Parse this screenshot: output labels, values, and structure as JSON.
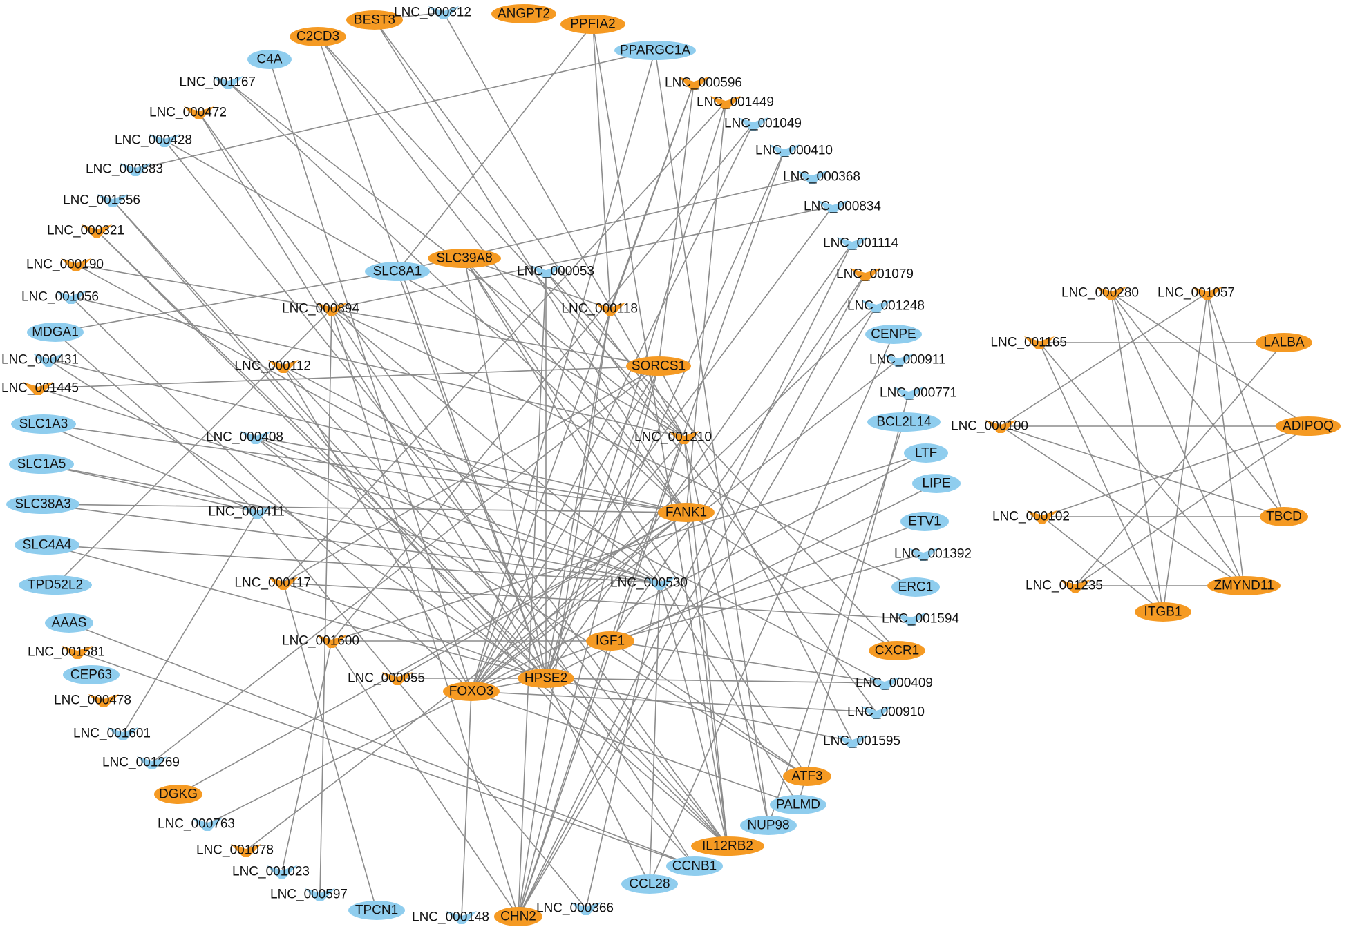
{
  "colors": {
    "up": "#f59a23",
    "down": "#8fcdee",
    "edge": "#8c8c8c"
  },
  "nodes": [
    {
      "id": "C2CD3",
      "kind": "gene",
      "reg": "up"
    },
    {
      "id": "BEST3",
      "kind": "gene",
      "reg": "up"
    },
    {
      "id": "LNC_000812",
      "kind": "lnc",
      "reg": "down"
    },
    {
      "id": "ANGPT2",
      "kind": "gene",
      "reg": "up"
    },
    {
      "id": "PPFIA2",
      "kind": "gene",
      "reg": "up"
    },
    {
      "id": "C4A",
      "kind": "gene",
      "reg": "down"
    },
    {
      "id": "PPARGC1A",
      "kind": "gene",
      "reg": "down"
    },
    {
      "id": "LNC_001167",
      "kind": "lnc",
      "reg": "down"
    },
    {
      "id": "LNC_000596",
      "kind": "lnc",
      "reg": "up"
    },
    {
      "id": "LNC_000472",
      "kind": "lnc",
      "reg": "up"
    },
    {
      "id": "LNC_001449",
      "kind": "lnc",
      "reg": "up"
    },
    {
      "id": "LNC_001049",
      "kind": "lnc",
      "reg": "down"
    },
    {
      "id": "LNC_000428",
      "kind": "lnc",
      "reg": "down"
    },
    {
      "id": "LNC_000410",
      "kind": "lnc",
      "reg": "down"
    },
    {
      "id": "LNC_000883",
      "kind": "lnc",
      "reg": "down"
    },
    {
      "id": "LNC_000368",
      "kind": "lnc",
      "reg": "down"
    },
    {
      "id": "LNC_001556",
      "kind": "lnc",
      "reg": "down"
    },
    {
      "id": "LNC_000834",
      "kind": "lnc",
      "reg": "down"
    },
    {
      "id": "LNC_000321",
      "kind": "lnc",
      "reg": "up"
    },
    {
      "id": "LNC_001114",
      "kind": "lnc",
      "reg": "down"
    },
    {
      "id": "LNC_000190",
      "kind": "lnc",
      "reg": "up"
    },
    {
      "id": "SLC39A8",
      "kind": "gene",
      "reg": "up"
    },
    {
      "id": "SLC8A1",
      "kind": "gene",
      "reg": "down"
    },
    {
      "id": "LNC_000053",
      "kind": "lnc",
      "reg": "down"
    },
    {
      "id": "LNC_001079",
      "kind": "lnc",
      "reg": "up"
    },
    {
      "id": "LNC_001056",
      "kind": "lnc",
      "reg": "down"
    },
    {
      "id": "LNC_000894",
      "kind": "lnc",
      "reg": "up"
    },
    {
      "id": "LNC_000118",
      "kind": "lnc",
      "reg": "up"
    },
    {
      "id": "LNC_001248",
      "kind": "lnc",
      "reg": "down"
    },
    {
      "id": "MDGA1",
      "kind": "gene",
      "reg": "down"
    },
    {
      "id": "CENPE",
      "kind": "gene",
      "reg": "down"
    },
    {
      "id": "LNC_000431",
      "kind": "lnc",
      "reg": "down"
    },
    {
      "id": "LNC_000112",
      "kind": "lnc",
      "reg": "up"
    },
    {
      "id": "SORCS1",
      "kind": "gene",
      "reg": "up"
    },
    {
      "id": "LNC_000911",
      "kind": "lnc",
      "reg": "down"
    },
    {
      "id": "LNC_001445",
      "kind": "lnc",
      "reg": "up"
    },
    {
      "id": "LNC_000771",
      "kind": "lnc",
      "reg": "down"
    },
    {
      "id": "SLC1A3",
      "kind": "gene",
      "reg": "down"
    },
    {
      "id": "BCL2L14",
      "kind": "gene",
      "reg": "down"
    },
    {
      "id": "LNC_000408",
      "kind": "lnc",
      "reg": "down"
    },
    {
      "id": "LNC_001210",
      "kind": "lnc",
      "reg": "up"
    },
    {
      "id": "LTF",
      "kind": "gene",
      "reg": "down"
    },
    {
      "id": "SLC1A5",
      "kind": "gene",
      "reg": "down"
    },
    {
      "id": "LIPE",
      "kind": "gene",
      "reg": "down"
    },
    {
      "id": "SLC38A3",
      "kind": "gene",
      "reg": "down"
    },
    {
      "id": "FANK1",
      "kind": "gene",
      "reg": "up"
    },
    {
      "id": "LNC_000411",
      "kind": "lnc",
      "reg": "down"
    },
    {
      "id": "ETV1",
      "kind": "gene",
      "reg": "down"
    },
    {
      "id": "SLC4A4",
      "kind": "gene",
      "reg": "down"
    },
    {
      "id": "LNC_001392",
      "kind": "lnc",
      "reg": "down"
    },
    {
      "id": "LNC_000117",
      "kind": "lnc",
      "reg": "up"
    },
    {
      "id": "LNC_000530",
      "kind": "lnc",
      "reg": "down"
    },
    {
      "id": "TPD52L2",
      "kind": "gene",
      "reg": "down"
    },
    {
      "id": "ERC1",
      "kind": "gene",
      "reg": "down"
    },
    {
      "id": "AAAS",
      "kind": "gene",
      "reg": "down"
    },
    {
      "id": "LNC_001594",
      "kind": "lnc",
      "reg": "down"
    },
    {
      "id": "LNC_001600",
      "kind": "lnc",
      "reg": "up"
    },
    {
      "id": "IGF1",
      "kind": "gene",
      "reg": "up"
    },
    {
      "id": "LNC_001581",
      "kind": "lnc",
      "reg": "up"
    },
    {
      "id": "CXCR1",
      "kind": "gene",
      "reg": "up"
    },
    {
      "id": "CEP63",
      "kind": "gene",
      "reg": "down"
    },
    {
      "id": "LNC_000055",
      "kind": "lnc",
      "reg": "up"
    },
    {
      "id": "HPSE2",
      "kind": "gene",
      "reg": "up"
    },
    {
      "id": "FOXO3",
      "kind": "gene",
      "reg": "up"
    },
    {
      "id": "LNC_000409",
      "kind": "lnc",
      "reg": "down"
    },
    {
      "id": "LNC_000478",
      "kind": "lnc",
      "reg": "up"
    },
    {
      "id": "LNC_000910",
      "kind": "lnc",
      "reg": "down"
    },
    {
      "id": "LNC_001601",
      "kind": "lnc",
      "reg": "down"
    },
    {
      "id": "LNC_001595",
      "kind": "lnc",
      "reg": "down"
    },
    {
      "id": "LNC_001269",
      "kind": "lnc",
      "reg": "down"
    },
    {
      "id": "ATF3",
      "kind": "gene",
      "reg": "up"
    },
    {
      "id": "DGKG",
      "kind": "gene",
      "reg": "up"
    },
    {
      "id": "PALMD",
      "kind": "gene",
      "reg": "down"
    },
    {
      "id": "NUP98",
      "kind": "gene",
      "reg": "down"
    },
    {
      "id": "LNC_000763",
      "kind": "lnc",
      "reg": "down"
    },
    {
      "id": "IL12RB2",
      "kind": "gene",
      "reg": "up"
    },
    {
      "id": "LNC_001078",
      "kind": "lnc",
      "reg": "up"
    },
    {
      "id": "CCNB1",
      "kind": "gene",
      "reg": "down"
    },
    {
      "id": "LNC_001023",
      "kind": "lnc",
      "reg": "down"
    },
    {
      "id": "CCL28",
      "kind": "gene",
      "reg": "down"
    },
    {
      "id": "LNC_000597",
      "kind": "lnc",
      "reg": "down"
    },
    {
      "id": "TPCN1",
      "kind": "gene",
      "reg": "down"
    },
    {
      "id": "LNC_000148",
      "kind": "lnc",
      "reg": "down"
    },
    {
      "id": "CHN2",
      "kind": "gene",
      "reg": "up"
    },
    {
      "id": "LNC_000366",
      "kind": "lnc",
      "reg": "down"
    },
    {
      "id": "LNC_000280",
      "kind": "lnc",
      "reg": "up"
    },
    {
      "id": "LNC_001057",
      "kind": "lnc",
      "reg": "up"
    },
    {
      "id": "LNC_001165",
      "kind": "lnc",
      "reg": "up"
    },
    {
      "id": "LALBA",
      "kind": "gene",
      "reg": "up"
    },
    {
      "id": "LNC_000100",
      "kind": "lnc",
      "reg": "up"
    },
    {
      "id": "ADIPOQ",
      "kind": "gene",
      "reg": "up"
    },
    {
      "id": "LNC_000102",
      "kind": "lnc",
      "reg": "up"
    },
    {
      "id": "TBCD",
      "kind": "gene",
      "reg": "up"
    },
    {
      "id": "LNC_001235",
      "kind": "lnc",
      "reg": "up"
    },
    {
      "id": "ZMYND11",
      "kind": "gene",
      "reg": "up"
    },
    {
      "id": "ITGB1",
      "kind": "gene",
      "reg": "up"
    }
  ],
  "edges": [
    [
      "BEST3",
      "LNC_000812"
    ],
    [
      "LNC_000812",
      "LNC_001210"
    ],
    [
      "BEST3",
      "LNC_001210"
    ],
    [
      "BEST3",
      "FANK1"
    ],
    [
      "C2CD3",
      "FANK1"
    ],
    [
      "C2CD3",
      "LNC_001210"
    ],
    [
      "C2CD3",
      "HPSE2"
    ],
    [
      "C4A",
      "FOXO3"
    ],
    [
      "LNC_001167",
      "FANK1"
    ],
    [
      "LNC_001167",
      "LNC_001210"
    ],
    [
      "PPFIA2",
      "SLC8A1"
    ],
    [
      "PPFIA2",
      "LNC_000118"
    ],
    [
      "PPFIA2",
      "IL12RB2"
    ],
    [
      "PPARGC1A",
      "LNC_000883"
    ],
    [
      "PPARGC1A",
      "FOXO3"
    ],
    [
      "LNC_000596",
      "SORCS1"
    ],
    [
      "LNC_000596",
      "FOXO3"
    ],
    [
      "LNC_000596",
      "LNC_000118"
    ],
    [
      "LNC_001449",
      "FANK1"
    ],
    [
      "LNC_001449",
      "HPSE2"
    ],
    [
      "LNC_001049",
      "FOXO3"
    ],
    [
      "LNC_001049",
      "LNC_001600"
    ],
    [
      "LNC_000410",
      "IGF1"
    ],
    [
      "LNC_000410",
      "HPSE2"
    ],
    [
      "LNC_000368",
      "SLC8A1"
    ],
    [
      "LNC_000834",
      "FOXO3"
    ],
    [
      "LNC_000834",
      "LNC_000894"
    ],
    [
      "LNC_001114",
      "HPSE2"
    ],
    [
      "LNC_001114",
      "CHN2"
    ],
    [
      "LNC_001079",
      "CHN2"
    ],
    [
      "LNC_001079",
      "IGF1"
    ],
    [
      "LNC_001248",
      "FOXO3"
    ],
    [
      "LNC_001248",
      "CHN2"
    ],
    [
      "CENPE",
      "CCL28"
    ],
    [
      "LNC_000911",
      "FOXO3"
    ],
    [
      "LNC_000771",
      "PALMD"
    ],
    [
      "BCL2L14",
      "NUP98"
    ],
    [
      "LNC_000472",
      "HPSE2"
    ],
    [
      "LNC_000472",
      "IL12RB2"
    ],
    [
      "LNC_000428",
      "IL12RB2"
    ],
    [
      "LNC_000428",
      "LNC_001210"
    ],
    [
      "LNC_001556",
      "HPSE2"
    ],
    [
      "LNC_001556",
      "CCNB1"
    ],
    [
      "LNC_000321",
      "HPSE2"
    ],
    [
      "LNC_000321",
      "IL12RB2"
    ],
    [
      "LNC_000190",
      "SORCS1"
    ],
    [
      "LNC_000190",
      "LNC_000530"
    ],
    [
      "LNC_001056",
      "FOXO3"
    ],
    [
      "LNC_001056",
      "LNC_001210"
    ],
    [
      "MDGA1",
      "LNC_000411"
    ],
    [
      "MDGA1",
      "SLC8A1"
    ],
    [
      "LNC_000431",
      "HPSE2"
    ],
    [
      "LNC_001445",
      "SORCS1"
    ],
    [
      "SLC1A3",
      "LNC_000411"
    ],
    [
      "SLC1A3",
      "FANK1"
    ],
    [
      "SLC1A5",
      "LNC_000411"
    ],
    [
      "SLC1A5",
      "LNC_000530"
    ],
    [
      "SLC38A3",
      "LNC_000530"
    ],
    [
      "SLC38A3",
      "FANK1"
    ],
    [
      "SLC4A4",
      "LNC_000530"
    ],
    [
      "SLC4A4",
      "HPSE2"
    ],
    [
      "TPD52L2",
      "LNC_000894"
    ],
    [
      "AAAS",
      "CCNB1"
    ],
    [
      "LNC_001581",
      "CCNB1"
    ],
    [
      "LNC_001601",
      "LNC_000411"
    ],
    [
      "LNC_001269",
      "SORCS1"
    ],
    [
      "DGKG",
      "FANK1"
    ],
    [
      "LNC_000763",
      "FOXO3"
    ],
    [
      "LNC_001078",
      "FANK1"
    ],
    [
      "LNC_001023",
      "LNC_001600"
    ],
    [
      "LNC_000597",
      "LNC_000894"
    ],
    [
      "TPCN1",
      "LNC_000117"
    ],
    [
      "LNC_000148",
      "FOXO3"
    ],
    [
      "CHN2",
      "SORCS1"
    ],
    [
      "CHN2",
      "LNC_001210"
    ],
    [
      "CHN2",
      "LNC_000118"
    ],
    [
      "LNC_000366",
      "LNC_000411"
    ],
    [
      "LNC_000366",
      "LNC_000530"
    ],
    [
      "CCL28",
      "LNC_000530"
    ],
    [
      "CCNB1",
      "LNC_000894"
    ],
    [
      "IL12RB2",
      "LNC_000408"
    ],
    [
      "IL12RB2",
      "FANK1"
    ],
    [
      "NUP98",
      "LNC_001210"
    ],
    [
      "PALMD",
      "SLC39A8"
    ],
    [
      "ATF3",
      "LNC_000408"
    ],
    [
      "ATF3",
      "SLC39A8"
    ],
    [
      "LNC_001595",
      "SORCS1"
    ],
    [
      "LNC_000910",
      "LNC_000053"
    ],
    [
      "LNC_000409",
      "LNC_000112"
    ],
    [
      "CXCR1",
      "FANK1"
    ],
    [
      "CXCR1",
      "LNC_000053"
    ],
    [
      "LNC_001594",
      "LNC_000117"
    ],
    [
      "ERC1",
      "LNC_000894"
    ],
    [
      "LNC_001392",
      "IGF1"
    ],
    [
      "ETV1",
      "FOXO3"
    ],
    [
      "LIPE",
      "HPSE2"
    ],
    [
      "LTF",
      "FOXO3"
    ],
    [
      "LTF",
      "LNC_001600"
    ],
    [
      "SLC39A8",
      "HPSE2"
    ],
    [
      "SLC39A8",
      "FANK1"
    ],
    [
      "SLC39A8",
      "LNC_000118"
    ],
    [
      "SLC8A1",
      "HPSE2"
    ],
    [
      "LNC_000053",
      "HPSE2"
    ],
    [
      "LNC_000053",
      "CHN2"
    ],
    [
      "LNC_000118",
      "HPSE2"
    ],
    [
      "LNC_000894",
      "CHN2"
    ],
    [
      "LNC_000894",
      "LNC_000530"
    ],
    [
      "LNC_000112",
      "FOXO3"
    ],
    [
      "LNC_000112",
      "IL12RB2"
    ],
    [
      "SORCS1",
      "FOXO3"
    ],
    [
      "SORCS1",
      "HPSE2"
    ],
    [
      "SORCS1",
      "LNC_000117"
    ],
    [
      "LNC_001210",
      "IL12RB2"
    ],
    [
      "LNC_001210",
      "FOXO3"
    ],
    [
      "FANK1",
      "FOXO3"
    ],
    [
      "FANK1",
      "LNC_000055"
    ],
    [
      "LNC_000117",
      "HPSE2"
    ],
    [
      "LNC_000530",
      "IL12RB2"
    ],
    [
      "LNC_001600",
      "IGF1"
    ],
    [
      "LNC_001600",
      "CHN2"
    ],
    [
      "IGF1",
      "ATF3"
    ],
    [
      "IGF1",
      "CHN2"
    ],
    [
      "IGF1",
      "LNC_000409"
    ],
    [
      "HPSE2",
      "FOXO3"
    ],
    [
      "HPSE2",
      "LNC_000409"
    ],
    [
      "HPSE2",
      "LNC_001595"
    ],
    [
      "HPSE2",
      "CCL28"
    ],
    [
      "FOXO3",
      "LNC_000910"
    ],
    [
      "FOXO3",
      "PALMD"
    ],
    [
      "LNC_000055",
      "HPSE2"
    ],
    [
      "LNC_000408",
      "LNC_000530"
    ],
    [
      "LNC_000408",
      "FANK1"
    ],
    [
      "LNC_001445",
      "LNC_000530"
    ],
    [
      "LNC_000431",
      "FANK1"
    ],
    [
      "PPARGC1A",
      "NUP98"
    ],
    [
      "LNC_001449",
      "LNC_000117"
    ],
    [
      "LNC_001165",
      "LALBA"
    ],
    [
      "LNC_001165",
      "ITGB1"
    ],
    [
      "LNC_000280",
      "ADIPOQ"
    ],
    [
      "LNC_000280",
      "ITGB1"
    ],
    [
      "LNC_000280",
      "ZMYND11"
    ],
    [
      "LNC_001057",
      "ITGB1"
    ],
    [
      "LNC_001057",
      "ZMYND11"
    ],
    [
      "LNC_001057",
      "TBCD"
    ],
    [
      "LNC_000100",
      "ADIPOQ"
    ],
    [
      "LNC_000100",
      "TBCD"
    ],
    [
      "LNC_000100",
      "ZMYND11"
    ],
    [
      "LNC_000102",
      "TBCD"
    ],
    [
      "LNC_000102",
      "ITGB1"
    ],
    [
      "LNC_001235",
      "ZMYND11"
    ],
    [
      "LNC_001235",
      "LALBA"
    ],
    [
      "LNC_001165",
      "ZMYND11"
    ],
    [
      "LNC_000280",
      "TBCD"
    ],
    [
      "LNC_001057",
      "LNC_000100"
    ],
    [
      "LNC_000102",
      "ADIPOQ"
    ],
    [
      "LNC_001235",
      "ADIPOQ"
    ]
  ]
}
